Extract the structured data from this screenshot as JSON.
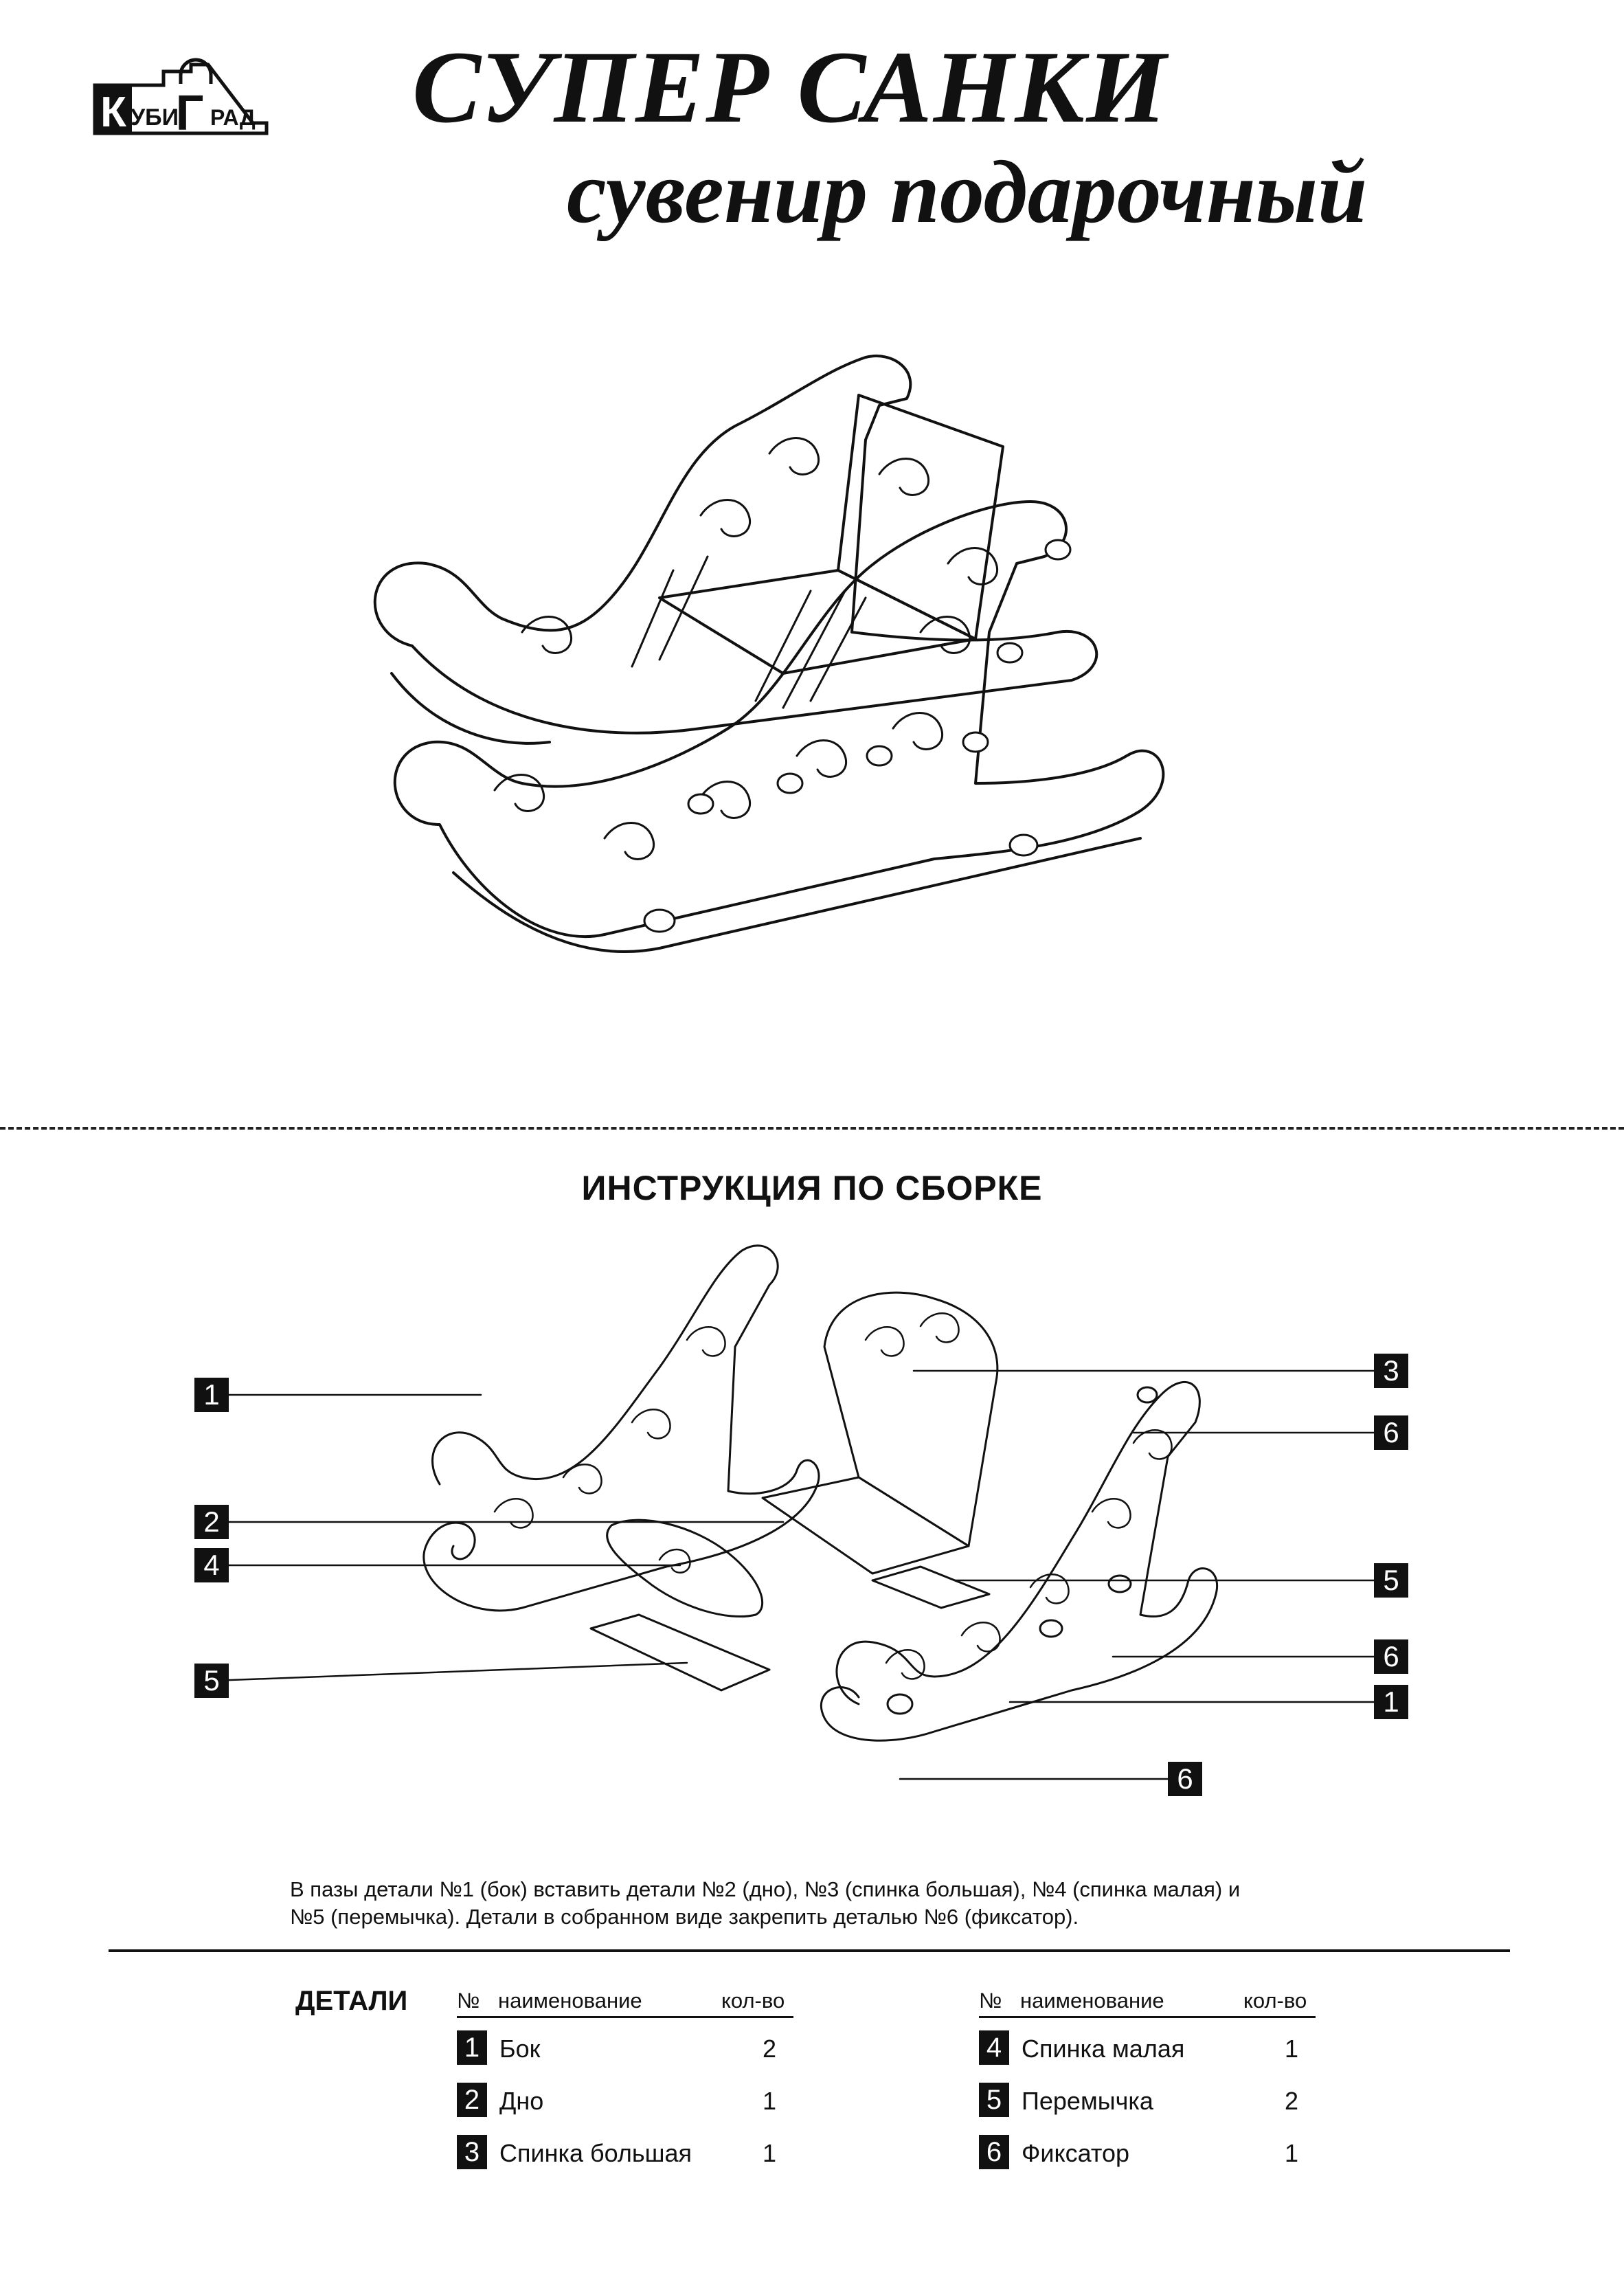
{
  "logo": {
    "text_left": "К",
    "text_mid": "УБИ",
    "text_g": "Г",
    "text_right": "РАД"
  },
  "title": {
    "main": "СУПЕР САНКИ",
    "sub": "сувенир подарочный"
  },
  "instructions": {
    "heading": "ИНСТРУКЦИЯ ПО СБОРКЕ",
    "text_line1": "В пазы детали №1 (бок) вставить детали №2 (дно), №3 (спинка большая), №4 (спинка малая) и",
    "text_line2": "№5 (перемычка). Детали в собранном виде закрепить деталью №6 (фиксатор)."
  },
  "callouts": [
    "1",
    "2",
    "4",
    "5",
    "3",
    "6",
    "5",
    "6",
    "1",
    "6"
  ],
  "parts": {
    "label": "ДЕТАЛИ",
    "head_no": "№",
    "head_name": "наименование",
    "head_qty": "кол-во",
    "left": [
      {
        "no": "1",
        "name": "Бок",
        "qty": "2"
      },
      {
        "no": "2",
        "name": "Дно",
        "qty": "1"
      },
      {
        "no": "3",
        "name": "Спинка большая",
        "qty": "1"
      }
    ],
    "right": [
      {
        "no": "4",
        "name": "Спинка малая",
        "qty": "1"
      },
      {
        "no": "5",
        "name": "Перемычка",
        "qty": "2"
      },
      {
        "no": "6",
        "name": "Фиксатор",
        "qty": "1"
      }
    ]
  }
}
